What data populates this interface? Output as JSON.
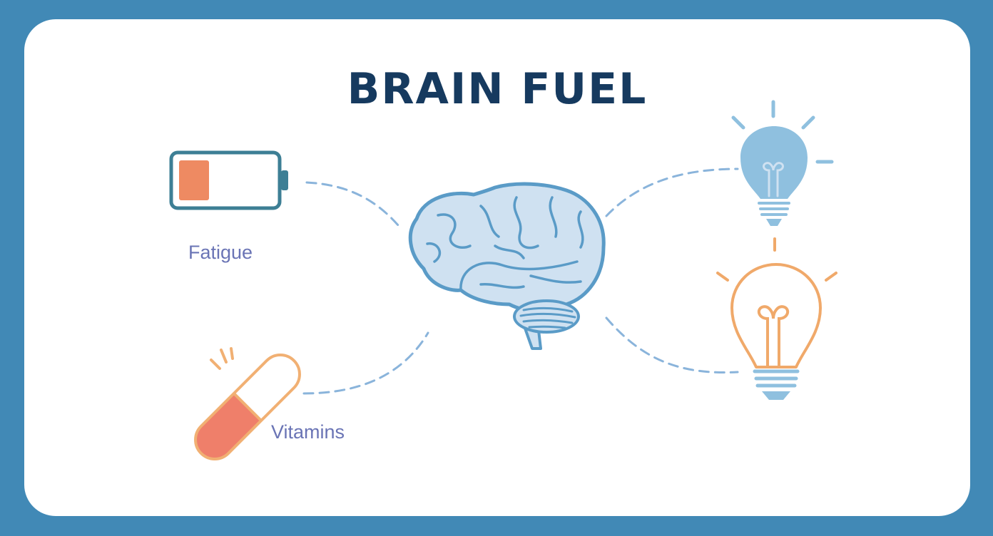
{
  "title": "BRAIN FUEL",
  "labels": {
    "fatigue": "Fatigue",
    "vitamins": "Vitamins"
  },
  "icons": {
    "battery": "low-battery-icon",
    "capsule": "capsule-icon",
    "brain": "brain-icon",
    "bulb_top": "light-bulb-icon",
    "bulb_bottom": "light-bulb-icon"
  },
  "battery_level": 0.25,
  "colors": {
    "background": "#4189b6",
    "card": "#ffffff",
    "title": "#163a5f",
    "label": "#6a74b5",
    "battery_outline": "#3d7f95",
    "battery_fill": "#ee8a62",
    "capsule_red": "#ef7f6a",
    "capsule_outline": "#f1b073",
    "brain_fill": "#cfe1f1",
    "brain_outline": "#5a9bc7",
    "bulb_blue": "#8fc0df",
    "bulb_orange": "#f0a96a",
    "dashes": "#8ab4db"
  }
}
